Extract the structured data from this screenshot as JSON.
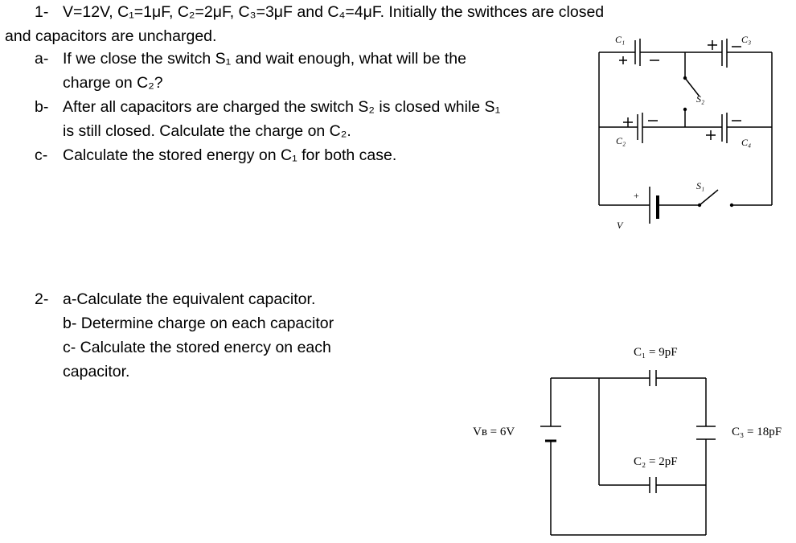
{
  "problem1": {
    "number": "1-",
    "line1": "V=12V, C₁=1μF, C₂=2μF, C₃=3μF and C₄=4μF. Initially the swithces are closed",
    "line2": "and capacitors are uncharged.",
    "items": [
      {
        "marker": "a-",
        "lines": [
          "If we close the switch S₁ and wait enough, what will be the",
          "charge on C₂?"
        ]
      },
      {
        "marker": "b-",
        "lines": [
          "After all capacitors are charged the switch S₂ is closed while S₁",
          "is still closed. Calculate the charge on C₂."
        ]
      },
      {
        "marker": "c-",
        "lines": [
          "Calculate the stored energy on C₁ for both case."
        ]
      }
    ],
    "circuit": {
      "labels": {
        "c1": "C₁",
        "c2": "C₂",
        "c3": "C₃",
        "c4": "C₄",
        "s1": "S₁",
        "s2": "S₂",
        "v": "V",
        "plus": "+"
      }
    }
  },
  "problem2": {
    "number": "2-",
    "lines": [
      "a-Calculate the equivalent capacitor.",
      "b- Determine charge on each capacitor",
      "c- Calculate the stored enercy on each",
      "capacitor."
    ],
    "circuit": {
      "c1_label": "C₁ = 9pF",
      "c2_label": "C₂ = 2pF",
      "c3_label": "C₃ = 18pF",
      "vb_label": "Vʙ = 6V"
    }
  }
}
